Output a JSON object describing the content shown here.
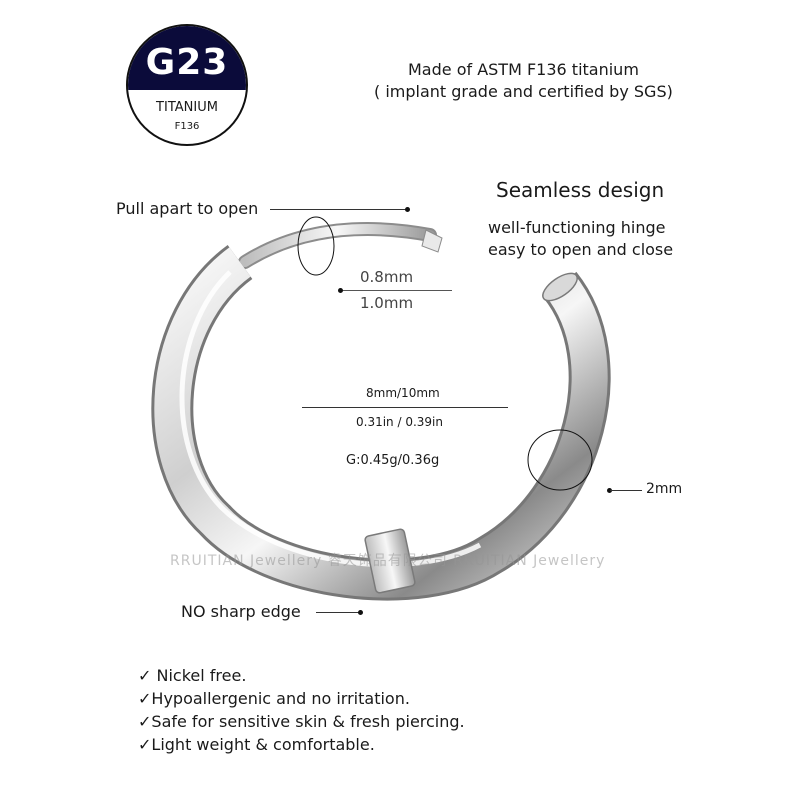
{
  "badge": {
    "grade": "G23",
    "material": "TITANIUM",
    "standard": "F136"
  },
  "header": {
    "line1": "Made of ASTM F136 titanium",
    "line2": "( implant grade and certified by SGS)"
  },
  "features": {
    "design_title": "Seamless design",
    "hinge_line1": "well-functioning hinge",
    "hinge_line2": "easy to open and close"
  },
  "callouts": {
    "pull_apart": "Pull apart to open",
    "no_sharp_edge": "NO sharp edge",
    "thickness": "2mm"
  },
  "specs": {
    "pin_small": "0.8mm",
    "pin_large": "1.0mm",
    "diameter_mm": "8mm/10mm",
    "diameter_in": "0.31in / 0.39in",
    "weight": "G:0.45g/0.36g"
  },
  "benefits": [
    {
      "check": "✓",
      "text": " Nickel free."
    },
    {
      "check": "✓",
      "text": "Hypoallergenic and no irritation."
    },
    {
      "check": "✓",
      "text": "Safe for sensitive skin & fresh piercing."
    },
    {
      "check": "✓",
      "text": "Light weight & comfortable."
    }
  ],
  "watermark": "RRUITIAN Jewellery 睿天饰品有限公司 RRUITIAN Jewellery",
  "colors": {
    "badge_bg": "#0b0b3a",
    "metal_light": "#f4f4f4",
    "metal_dark": "#6e6e6e"
  }
}
